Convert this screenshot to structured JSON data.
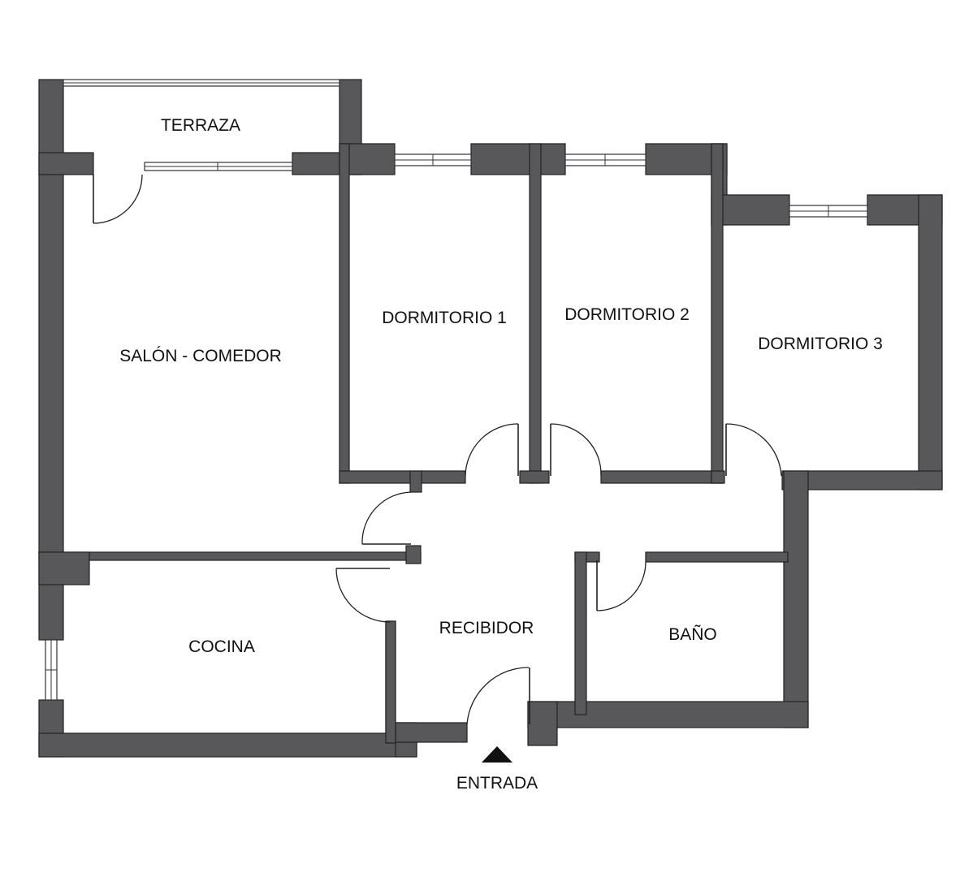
{
  "rooms": {
    "terraza": "TERRAZA",
    "salon_comedor": "SALÓN - COMEDOR",
    "dormitorio_1": "DORMITORIO 1",
    "dormitorio_2": "DORMITORIO 2",
    "dormitorio_3": "DORMITORIO 3",
    "cocina": "COCINA",
    "recibidor": "RECIBIDOR",
    "bano": "BAÑO"
  },
  "entrance": {
    "label": "ENTRADA",
    "icon": "triangle-up-icon"
  },
  "colors": {
    "wall": "#58585a",
    "background": "#ffffff",
    "line": "#222222"
  }
}
